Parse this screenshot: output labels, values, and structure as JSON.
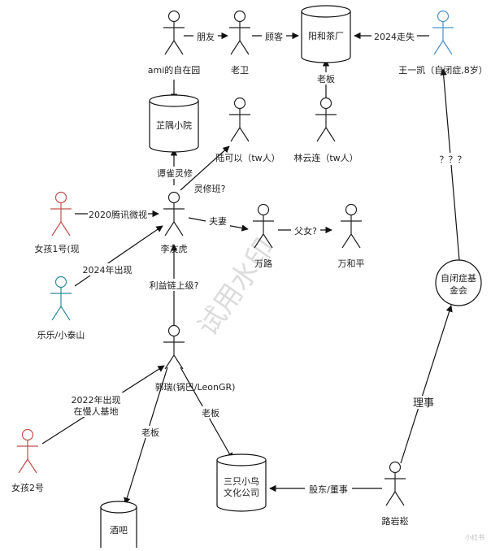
{
  "diagram": {
    "nodes": {
      "ami": {
        "label": "ami的自在园",
        "type": "person",
        "color": "#222222"
      },
      "laowei": {
        "label": "老卫",
        "type": "person",
        "color": "#222222"
      },
      "teahouse": {
        "label": "阳和茶厂",
        "type": "cylinder"
      },
      "wangyikai": {
        "label": "王一凯（自闭症,8岁）",
        "type": "person",
        "color": "#4a90c8"
      },
      "zhiyu": {
        "label": "芷隅小院",
        "type": "cylinder"
      },
      "lukeyi": {
        "label": "陆可以（tw人）",
        "type": "person",
        "color": "#222222"
      },
      "linyunlian": {
        "label": "林云连（tw人）",
        "type": "person",
        "color": "#222222"
      },
      "girl1": {
        "label": "女孩1号(现",
        "type": "person",
        "color": "#c0504d"
      },
      "lihuhu": {
        "label": "李友虎",
        "type": "person",
        "color": "#222222"
      },
      "wanlu": {
        "label": "万路",
        "type": "person",
        "color": "#222222"
      },
      "wanheping": {
        "label": "万和平",
        "type": "person",
        "color": "#222222"
      },
      "lele": {
        "label": "乐乐/小泰山",
        "type": "person",
        "color": "#2e8b9a"
      },
      "autism": {
        "label": "自闭症基金会",
        "type": "circle"
      },
      "guorui": {
        "label": "郭瑞(锅巴/LeonGR)",
        "type": "person",
        "color": "#222222"
      },
      "girl2": {
        "label": "女孩2号",
        "type": "person",
        "color": "#c0504d"
      },
      "sanzhi": {
        "label": "三只小鸟文化公司",
        "type": "cylinder"
      },
      "luyansong": {
        "label": "路岩崧",
        "type": "person",
        "color": "#222222"
      },
      "bar": {
        "label": "酒吧",
        "type": "cylinder"
      }
    },
    "edges": {
      "e1": "朋友",
      "e2": "顾客",
      "e3": "2024走失",
      "e4": "老板",
      "e6": "谭雀灵修",
      "e7": "灵修班?",
      "e8": "2020腾讯微视",
      "e9": "夫妻",
      "e10": "父女?",
      "e11": "2024年出现",
      "e12": "利益链上级?",
      "e13": "？？？",
      "e14": "2022年出现在慢人基地",
      "e15": "老板",
      "e16": "老板",
      "e17": "理事",
      "e18": "股东/董事"
    }
  },
  "watermark": "试用水印",
  "corner_mark": "小红书"
}
